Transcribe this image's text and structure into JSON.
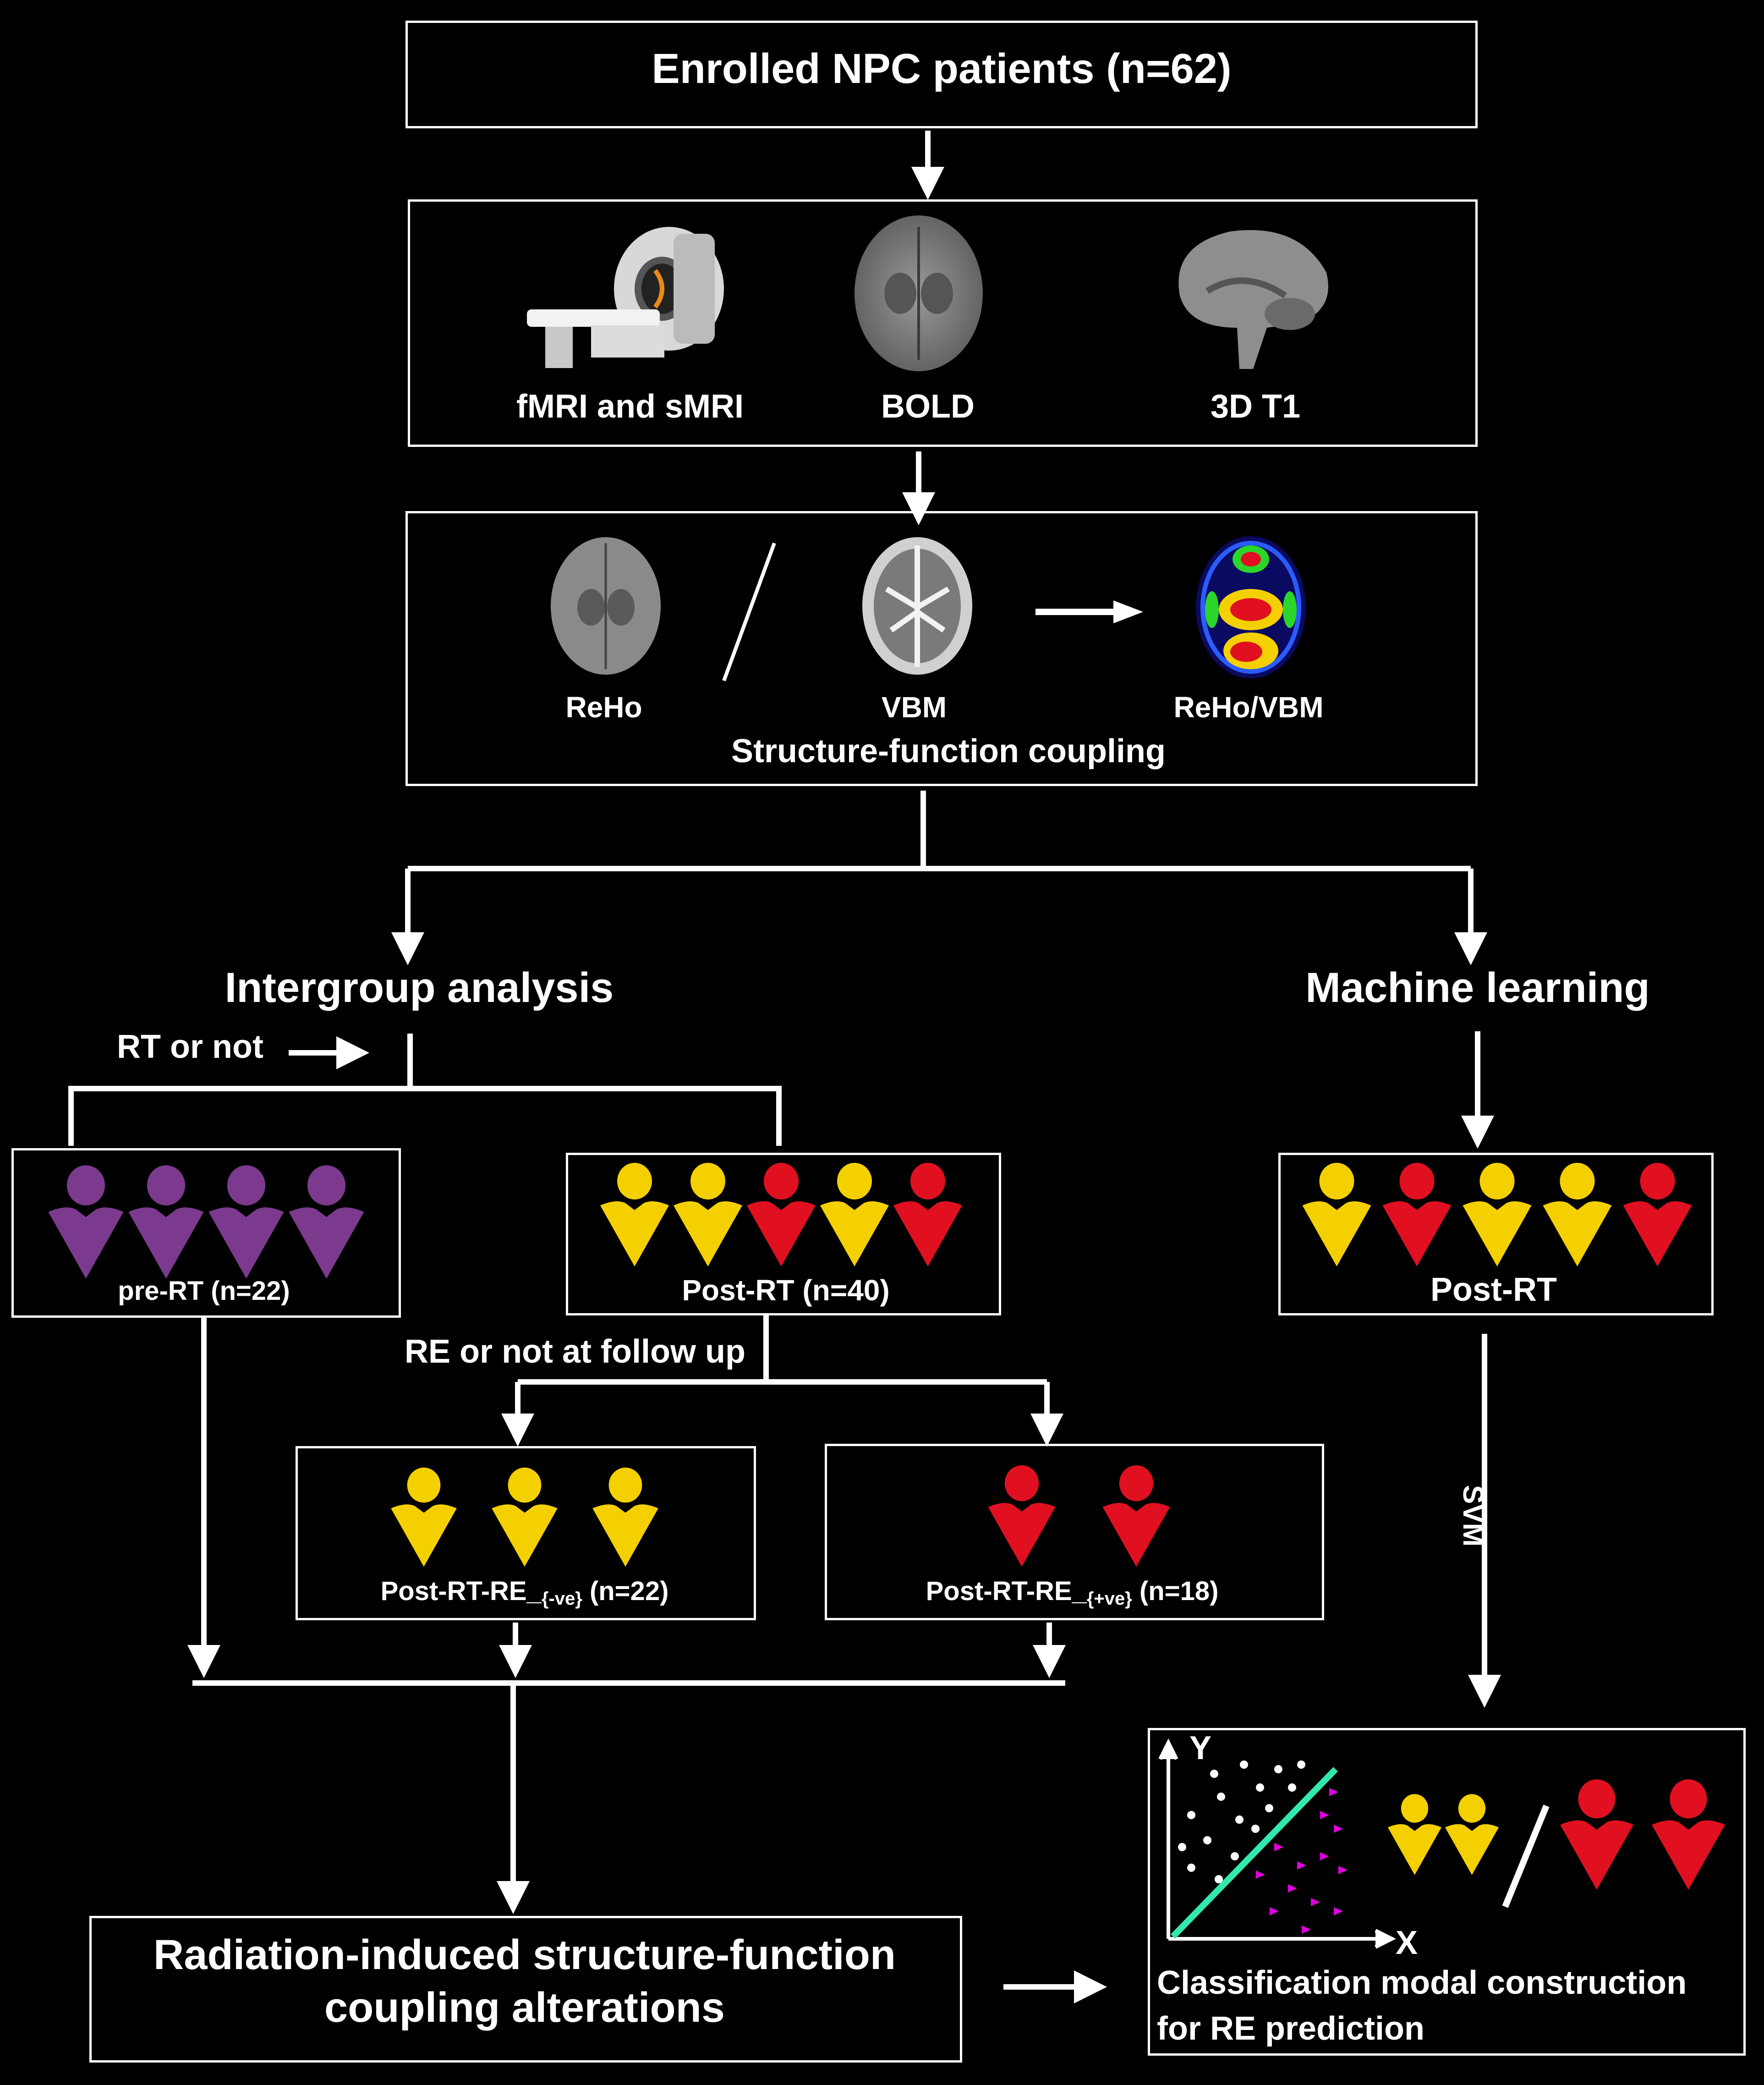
{
  "colors": {
    "purple": "#7b3a8e",
    "yellow": "#f5d000",
    "red": "#e01020",
    "green_line": "#33e8b0",
    "magenta": "#e000e0",
    "white": "#ffffff"
  },
  "enrolled": {
    "title": "Enrolled NPC patients (n=62)"
  },
  "imaging": {
    "labels": [
      "fMRI and sMRI",
      "BOLD",
      "3D T1"
    ],
    "icons": [
      "mri-scanner-icon",
      "bold-brain-image",
      "t1-sagittal-brain-image"
    ]
  },
  "coupling": {
    "labels": [
      "ReHo",
      "VBM",
      "ReHo/VBM"
    ],
    "title": "Structure-function coupling"
  },
  "branches": {
    "left": "Intergroup analysis",
    "right": "Machine learning"
  },
  "intergroup": {
    "rt_or_not": "RT or not",
    "re_or_not": "RE or not at follow up"
  },
  "groups": {
    "pre_rt": {
      "label": "pre-RT (n=22)",
      "figures": [
        "purple",
        "purple",
        "purple",
        "purple"
      ]
    },
    "post_rt": {
      "label": "Post-RT (n=40)",
      "figures": [
        "yellow",
        "yellow",
        "red",
        "yellow",
        "red"
      ]
    },
    "post_rt_neg": {
      "label_main": "Post-RT-RE_",
      "label_sub": "{-ve}",
      "label_n": " (n=22)",
      "figures": [
        "yellow",
        "yellow",
        "yellow"
      ]
    },
    "post_rt_pos": {
      "label_main": "Post-RT-RE_",
      "label_sub": "{+ve}",
      "label_n": " (n=18)",
      "figures": [
        "red",
        "red"
      ]
    },
    "ml_post_rt": {
      "label": "Post-RT",
      "figures": [
        "yellow",
        "red",
        "yellow",
        "yellow",
        "red"
      ]
    }
  },
  "svm": {
    "label": "SVM"
  },
  "outcome": {
    "line1": "Radiation-induced structure-function",
    "line2": "coupling alterations"
  },
  "classification": {
    "axis_y": "Y",
    "axis_x": "X",
    "line1": "Classification modal construction",
    "line2": "for RE prediction",
    "figures_left": [
      "yellow",
      "yellow"
    ],
    "figures_right": [
      "red",
      "red"
    ]
  }
}
